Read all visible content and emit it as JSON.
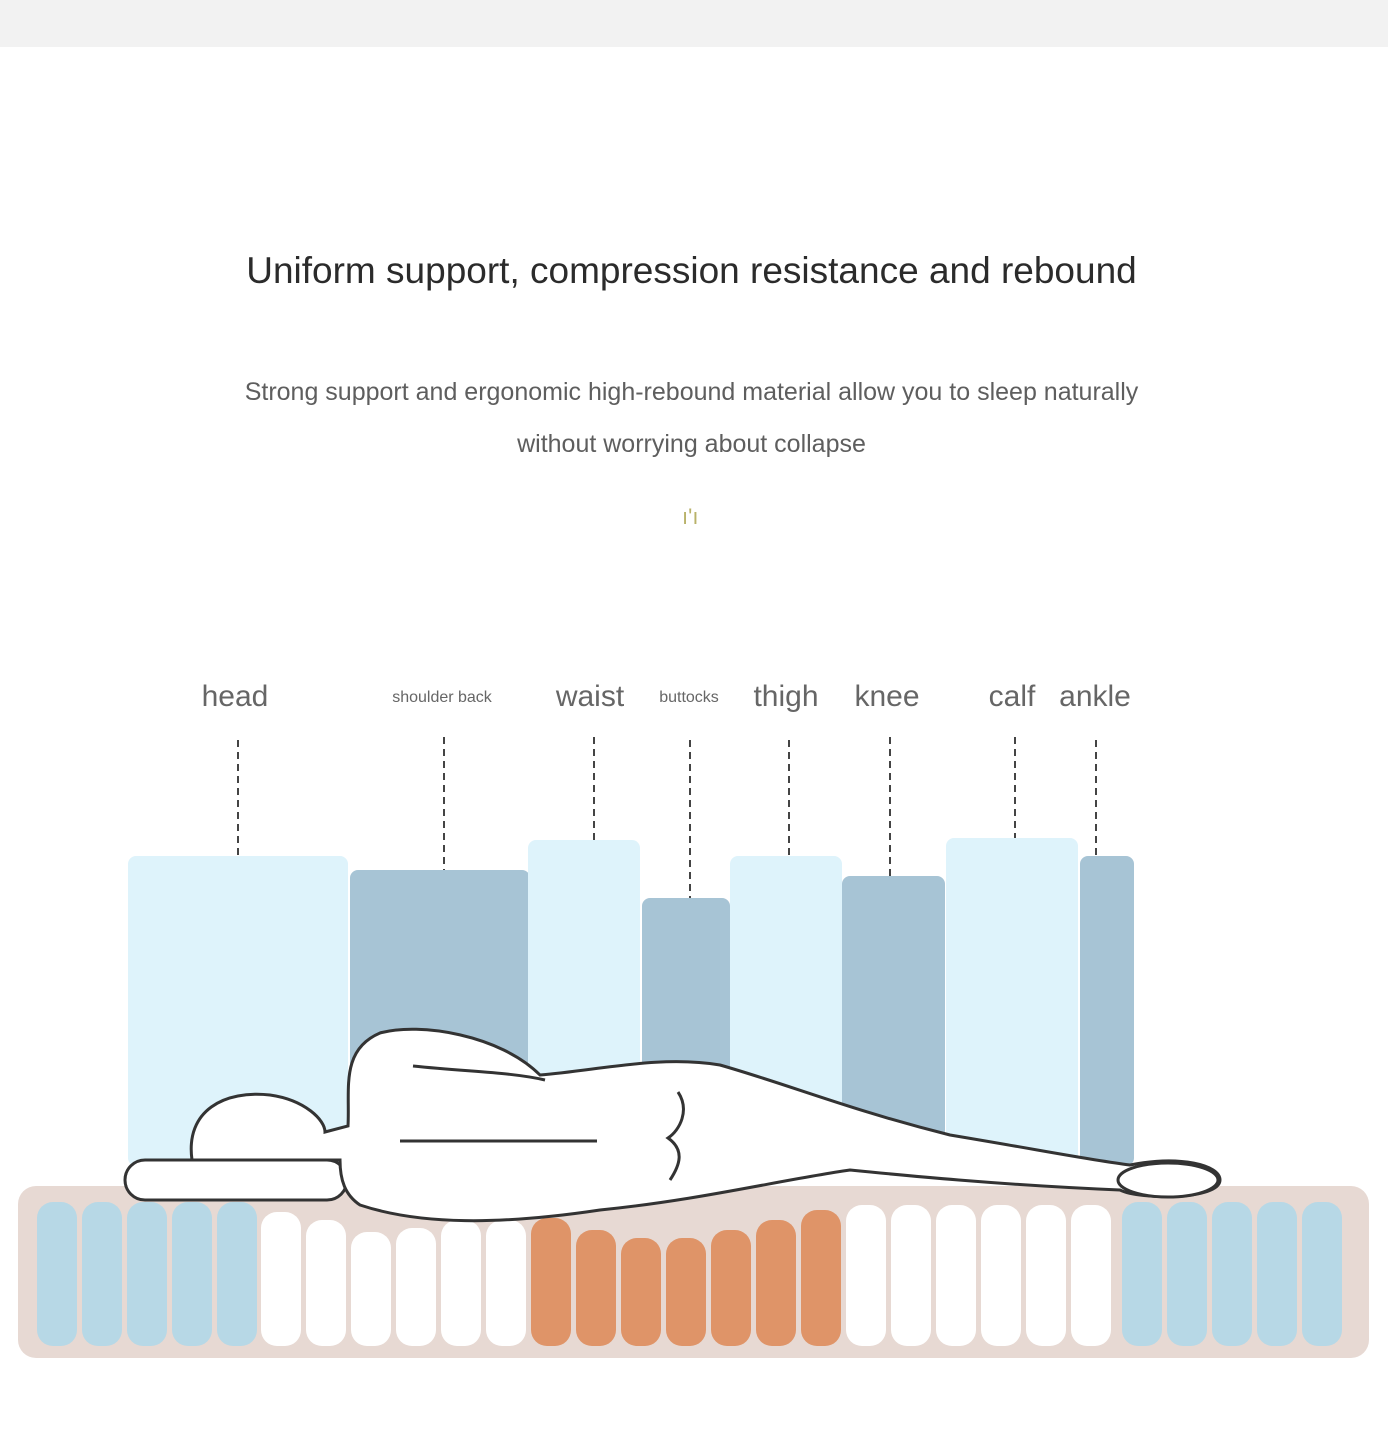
{
  "heading": "Uniform support, compression resistance and rebound",
  "subtitle_line1": "Strong support and ergonomic high-rebound material allow you to sleep naturally",
  "subtitle_line2": "without worrying about collapse",
  "mark": "ı'ı",
  "zones": [
    {
      "label": "head",
      "support": "soft"
    },
    {
      "label": "shoulder back",
      "support": "firm"
    },
    {
      "label": "waist",
      "support": "soft"
    },
    {
      "label": "buttocks",
      "support": "firm"
    },
    {
      "label": "thigh",
      "support": "soft"
    },
    {
      "label": "knee",
      "support": "firm"
    },
    {
      "label": "calf",
      "support": "soft"
    },
    {
      "label": "ankle",
      "support": "firm"
    }
  ],
  "colors": {
    "soft_zone": "#def3fb",
    "firm_zone": "#a7c4d5",
    "mattress_frame": "#e7d9d3",
    "spring_blue": "#b7d8e6",
    "spring_white": "#ffffff",
    "spring_orange": "#df9468"
  }
}
